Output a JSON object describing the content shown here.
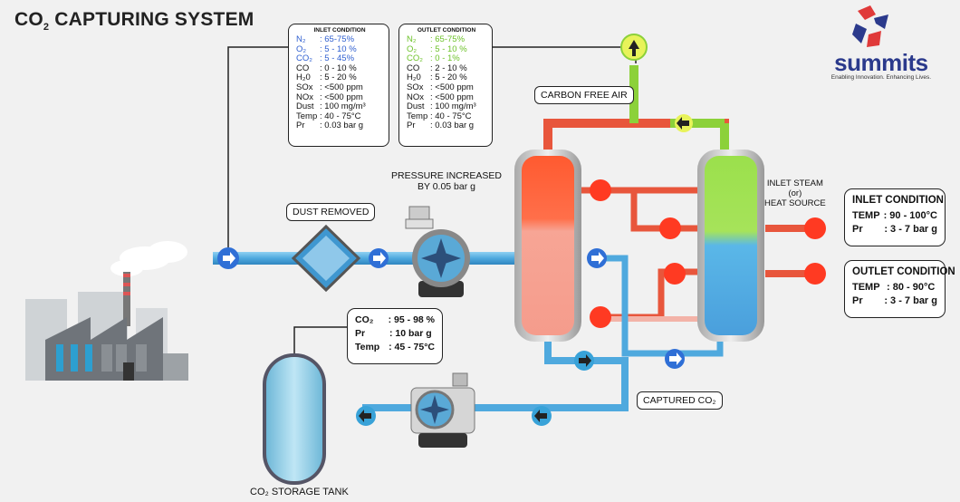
{
  "title": {
    "main": "CO",
    "sub": "2",
    "rest": " CAPTURING SYSTEM"
  },
  "logo": {
    "name": "summits",
    "tagline": "Enabling Innovation. Enhancing Lives."
  },
  "inlet_box": {
    "header": "INLET CONDITION",
    "rows": [
      {
        "k": "N₂",
        "v": ": 65-75%"
      },
      {
        "k": "O₂",
        "v": ": 5 - 10 %"
      },
      {
        "k": "CO₂",
        "v": ": 5 - 45%"
      },
      {
        "k": "CO",
        "v": ": 0 - 10 %"
      },
      {
        "k": "H₂0",
        "v": ": 5 - 20 %"
      },
      {
        "k": "SOx",
        "v": ": <500 ppm"
      },
      {
        "k": "NOx",
        "v": ": <500 ppm"
      },
      {
        "k": "Dust",
        "v": ": 100 mg/m³"
      },
      {
        "k": "Temp",
        "v": ": 40 - 75°C"
      },
      {
        "k": "Pr",
        "v": ": 0.03 bar g"
      }
    ]
  },
  "outlet_box": {
    "header": "OUTLET CONDITION",
    "rows": [
      {
        "k": "N₂",
        "v": ": 65-75%"
      },
      {
        "k": "O₂",
        "v": ": 5 - 10 %"
      },
      {
        "k": "CO₂",
        "v": ": 0 - 1%"
      },
      {
        "k": "CO",
        "v": ": 2 - 10 %"
      },
      {
        "k": "H₂0",
        "v": ": 5 - 20 %"
      },
      {
        "k": "SOx",
        "v": ": <500 ppm"
      },
      {
        "k": "NOx",
        "v": ": <500 ppm"
      },
      {
        "k": "Dust",
        "v": ": 100 mg/m³"
      },
      {
        "k": "Temp",
        "v": ": 40 - 75°C"
      },
      {
        "k": "Pr",
        "v": ": 0.03 bar g"
      }
    ]
  },
  "labels": {
    "dust_removed": "DUST REMOVED",
    "pressure_line1": "PRESSURE INCREASED",
    "pressure_line2": "BY  0.05 bar g",
    "carbon_free_air": "CARBON FREE AIR",
    "inlet_steam_1": "INLET STEAM",
    "inlet_steam_2": "(or)",
    "inlet_steam_3": "HEAT SOURCE",
    "captured_co2": "CAPTURED CO₂",
    "storage_tank": "CO₂ STORAGE TANK"
  },
  "co2_box": {
    "rows": [
      {
        "k": "CO₂",
        "v": ": 95 - 98 %"
      },
      {
        "k": "Pr",
        "v": ": 10 bar g"
      },
      {
        "k": "Temp",
        "v": ": 45 - 75°C"
      }
    ]
  },
  "steam_inlet": {
    "header": "INLET CONDITION",
    "rows": [
      {
        "k": "TEMP",
        "v": ": 90 - 100°C"
      },
      {
        "k": "Pr",
        "v": ":  3 - 7 bar g"
      }
    ]
  },
  "steam_outlet": {
    "header": "OUTLET CONDITION",
    "rows": [
      {
        "k": "TEMP",
        "v": ": 80 - 90°C"
      },
      {
        "k": "Pr",
        "v": ":  3 - 7 bar g"
      }
    ]
  },
  "colors": {
    "pipe_blue": "#4fa9de",
    "pipe_red": "#e8563c",
    "pipe_green": "#8cd13a",
    "arrow_blue": "#2f6fd6",
    "arrow_yellow": "#f0e62a",
    "hot_red": "#ff4a2a",
    "inlet_text_blue": "#2f5fd0",
    "outlet_text_green": "#6dc22a",
    "logo_red": "#e03a3a",
    "logo_blue": "#2b3a8c"
  }
}
